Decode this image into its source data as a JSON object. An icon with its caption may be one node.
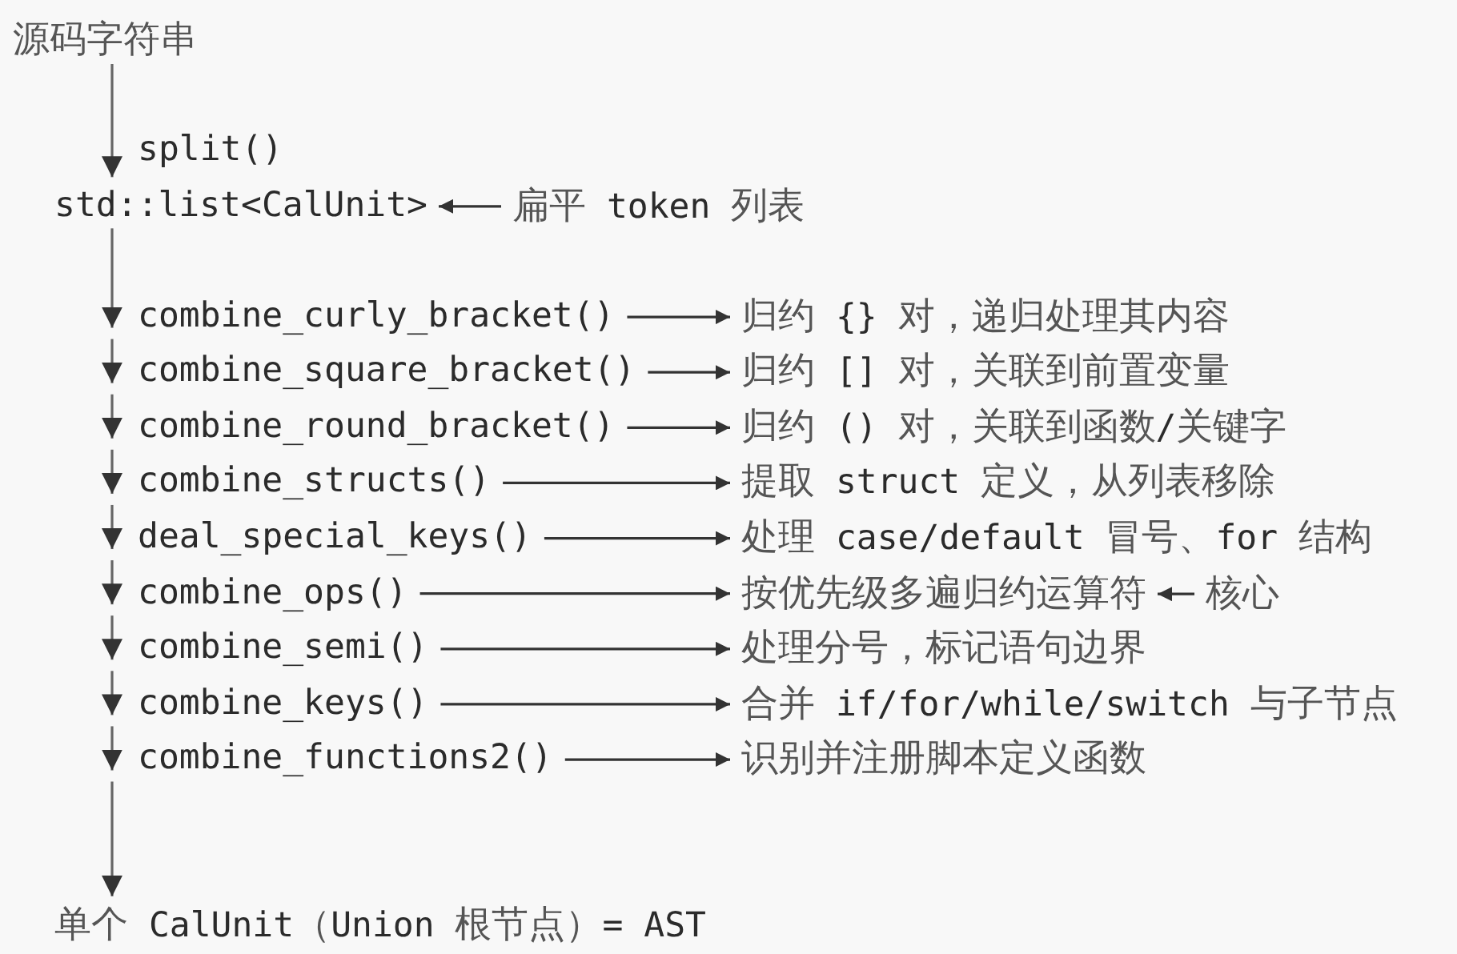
{
  "diagram": {
    "nodes": [
      {
        "text": [
          "源码字符串"
        ]
      },
      {
        "text": [
          "std::list<CalUnit>"
        ]
      },
      {
        "text": [
          "扁平 token 列表"
        ]
      },
      {
        "text": [
          "combine_curly_bracket()"
        ]
      },
      {
        "text": [
          "归约 {} 对，递归处理其内容"
        ]
      },
      {
        "text": [
          "combine_square_bracket()"
        ]
      },
      {
        "text": [
          "归约 [] 对，关联到前置变量"
        ]
      },
      {
        "text": [
          "combine_round_bracket()"
        ]
      },
      {
        "text": [
          "归约 () 对，关联到函数/关键字"
        ]
      },
      {
        "text": [
          "combine_structs()"
        ]
      },
      {
        "text": [
          "提取 struct 定义，从列表移除"
        ]
      },
      {
        "text": [
          "deal_special_keys()"
        ]
      },
      {
        "text": [
          "处理 case/default 冒号、for 结构"
        ]
      },
      {
        "text": [
          "combine_ops()"
        ]
      },
      {
        "text": [
          "按优先级多遍归约运算符"
        ]
      },
      {
        "text": [
          "核心"
        ]
      },
      {
        "text": [
          "combine_semi()"
        ]
      },
      {
        "text": [
          "处理分号，标记语句边界"
        ]
      },
      {
        "text": [
          "combine_keys()"
        ]
      },
      {
        "text": [
          "合并 if/for/while/switch 与子节点"
        ]
      },
      {
        "text": [
          "combine_functions2()"
        ]
      },
      {
        "text": [
          "识别并注册脚本定义函数"
        ]
      },
      {
        "text": [
          "单个 CalUnit（Union 根节点）= AST"
        ]
      }
    ],
    "edges": [
      {
        "from": 0,
        "to": 1,
        "arrow": "to",
        "label": "split()"
      },
      {
        "from": 2,
        "to": 1,
        "arrow": "to"
      },
      {
        "from": 1,
        "to": 3,
        "arrow": "to"
      },
      {
        "from": 3,
        "to": 4,
        "arrow": "to"
      },
      {
        "from": 3,
        "to": 5,
        "arrow": "to"
      },
      {
        "from": 5,
        "to": 6,
        "arrow": "to"
      },
      {
        "from": 5,
        "to": 7,
        "arrow": "to"
      },
      {
        "from": 7,
        "to": 8,
        "arrow": "to"
      },
      {
        "from": 7,
        "to": 9,
        "arrow": "to"
      },
      {
        "from": 9,
        "to": 10,
        "arrow": "to"
      },
      {
        "from": 9,
        "to": 11,
        "arrow": "to"
      },
      {
        "from": 11,
        "to": 12,
        "arrow": "to"
      },
      {
        "from": 11,
        "to": 13,
        "arrow": "to"
      },
      {
        "from": 13,
        "to": 14,
        "arrow": "to"
      },
      {
        "from": 15,
        "to": 14,
        "arrow": "to"
      },
      {
        "from": 13,
        "to": 16,
        "arrow": "to"
      },
      {
        "from": 16,
        "to": 17,
        "arrow": "to"
      },
      {
        "from": 16,
        "to": 18,
        "arrow": "to"
      },
      {
        "from": 18,
        "to": 19,
        "arrow": "to"
      },
      {
        "from": 18,
        "to": 20,
        "arrow": "to"
      },
      {
        "from": 20,
        "to": 21,
        "arrow": "to"
      },
      {
        "from": 20,
        "to": 22,
        "arrow": "to"
      }
    ]
  }
}
